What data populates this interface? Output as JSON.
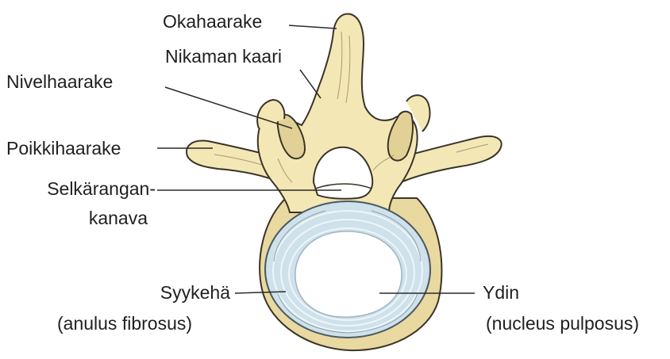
{
  "labels": {
    "spinous_process": "Okahaarake",
    "vertebral_arch": "Nikaman kaari",
    "articular_process": "Nivelhaarake",
    "transverse_process": "Poikkihaarake",
    "spinal_canal_line1": "Selkärangan-",
    "spinal_canal_line2": "kanava",
    "anulus_line1": "Syykehä",
    "anulus_line2": "(anulus fibrosus)",
    "nucleus_line1": "Ydin",
    "nucleus_line2": "(nucleus pulposus)"
  },
  "colors": {
    "bone": "#f3e7b5",
    "bone_outline": "#3a3428",
    "bone_shadow": "#d8c790",
    "disc": "#cfe1ea",
    "disc_rings": "#eef6fa",
    "disc_outline": "#4a5a64",
    "nucleus": "#ffffff",
    "leader_line": "#2a2a2a",
    "text": "#1f1f1f"
  }
}
